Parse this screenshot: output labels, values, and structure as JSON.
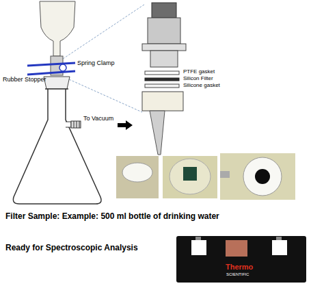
{
  "diagram": {
    "labels": [
      "Spring Clamp",
      "Rubber Stopper",
      "To Vacuum",
      "PTFE gasket",
      "Silicon Filter",
      "Silicone gasket",
      "Filter Sample: Example: 500 ml bottle of drinking water",
      "Ready for Spectroscopic Analysis",
      "Thermo",
      "SCIENTIFIC"
    ]
  }
}
